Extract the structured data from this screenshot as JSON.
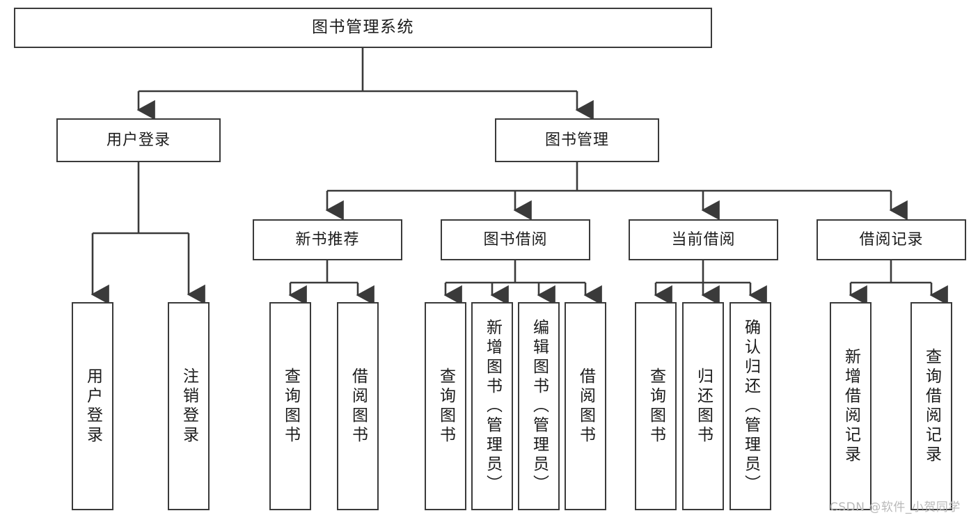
{
  "diagram": {
    "type": "tree-hierarchy-chart",
    "title": "图书管理系统",
    "background_color": "#ffffff",
    "node_border_color": "#3a3a3a",
    "node_fill_color": "#ffffff",
    "connector_color": "#3a3a3a",
    "levels": [
      {
        "level": 0,
        "nodes": [
          {
            "id": "root",
            "label": "图书管理系统",
            "orientation": "horizontal"
          }
        ]
      },
      {
        "level": 1,
        "nodes": [
          {
            "id": "user-login",
            "label": "用户登录",
            "orientation": "horizontal",
            "parent": "root"
          },
          {
            "id": "book-manage",
            "label": "图书管理",
            "orientation": "horizontal",
            "parent": "root"
          }
        ]
      },
      {
        "level": 2,
        "nodes": [
          {
            "id": "new-book-recommend",
            "label": "新书推荐",
            "orientation": "horizontal",
            "parent": "book-manage"
          },
          {
            "id": "book-borrow",
            "label": "图书借阅",
            "orientation": "horizontal",
            "parent": "book-manage"
          },
          {
            "id": "current-borrow",
            "label": "当前借阅",
            "orientation": "horizontal",
            "parent": "book-manage"
          },
          {
            "id": "borrow-record",
            "label": "借阅记录",
            "orientation": "horizontal",
            "parent": "book-manage"
          }
        ]
      },
      {
        "level": 3,
        "nodes": [
          {
            "id": "leaf-user-login",
            "label": "用户登录",
            "orientation": "vertical",
            "parent": "user-login"
          },
          {
            "id": "leaf-logout-login",
            "label": "注销登录",
            "orientation": "vertical",
            "parent": "user-login"
          },
          {
            "id": "leaf-query-book-1",
            "label": "查询图书",
            "orientation": "vertical",
            "parent": "new-book-recommend"
          },
          {
            "id": "leaf-borrow-book-1",
            "label": "借阅图书",
            "orientation": "vertical",
            "parent": "new-book-recommend"
          },
          {
            "id": "leaf-query-book-2",
            "label": "查询图书",
            "orientation": "vertical",
            "parent": "book-borrow"
          },
          {
            "id": "leaf-add-book",
            "label": "新增图书（管理员）",
            "orientation": "vertical",
            "parent": "book-borrow"
          },
          {
            "id": "leaf-edit-book",
            "label": "编辑图书（管理员）",
            "orientation": "vertical",
            "parent": "book-borrow"
          },
          {
            "id": "leaf-borrow-book-2",
            "label": "借阅图书",
            "orientation": "vertical",
            "parent": "book-borrow"
          },
          {
            "id": "leaf-query-book-3",
            "label": "查询图书",
            "orientation": "vertical",
            "parent": "current-borrow"
          },
          {
            "id": "leaf-return-book",
            "label": "归还图书",
            "orientation": "vertical",
            "parent": "current-borrow"
          },
          {
            "id": "leaf-confirm-return",
            "label": "确认归还（管理员）",
            "orientation": "vertical",
            "parent": "current-borrow"
          },
          {
            "id": "leaf-add-record",
            "label": "新增借阅记录",
            "orientation": "vertical",
            "parent": "borrow-record"
          },
          {
            "id": "leaf-query-record",
            "label": "查询借阅记录",
            "orientation": "vertical",
            "parent": "borrow-record"
          }
        ]
      }
    ]
  },
  "watermark": {
    "text": "CSDN @软件_小贺同学"
  }
}
